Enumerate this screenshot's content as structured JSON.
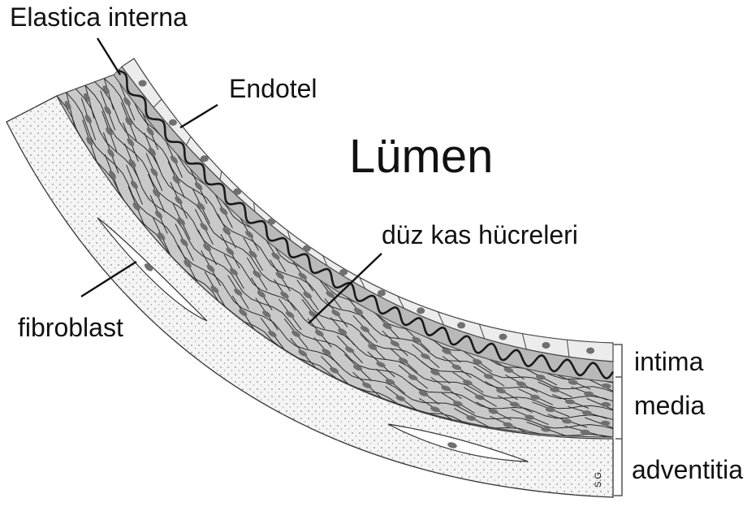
{
  "labels": {
    "elastica_interna": "Elastica interna",
    "endotel": "Endotel",
    "lumen": "Lümen",
    "duz_kas": "düz kas hücreleri",
    "fibroblast": "fibroblast",
    "intima": "intima",
    "media": "media",
    "adventitia": "adventitia",
    "signature": "S.G."
  },
  "colors": {
    "ink": "#111111",
    "endothelium": "#ececec",
    "intima_fill": "#b9b9b9",
    "media_fill": "#c9c9c9",
    "adventitia_fill": "#f4f4f4",
    "nucleus": "#6f6f6f",
    "dots": "#8a8a8a"
  }
}
